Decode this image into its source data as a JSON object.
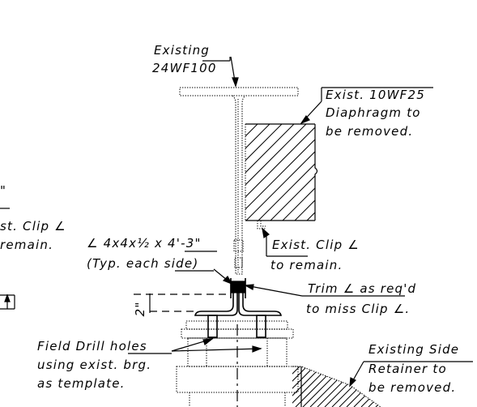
{
  "labels": {
    "existing_beam_line1": "Existing",
    "existing_beam_line2": "24WF",
    "existing_beam_size": "100",
    "diaphragm_line1": "Exist. 10WF25",
    "diaphragm_line2": "Diaphragm to",
    "diaphragm_line3": "be removed.",
    "left_clip_line1": "st. Clip ∠",
    "left_clip_line2": "remain.",
    "left_clip_tick": "\"",
    "angle_line1_a": "∠ 4x4x",
    "angle_line1_frac": "½",
    "angle_line1_b": " x ",
    "angle_line1_len": "4'-3\"",
    "angle_line2_a": "(Typ. each ",
    "angle_line2_b": "side)",
    "clip_line1_a": "Exist",
    "clip_line1_b": ". Clip ∠",
    "clip_line2": "to remain.",
    "trim_line1": "Trim ∠ as req'd",
    "trim_line2": "to miss Clip ∠.",
    "dimension": "2\"",
    "drill_line1_a": "Field Drill ",
    "drill_line1_b": "holes",
    "drill_line2": "using exist. brg.",
    "drill_line3": "as template.",
    "retainer_line1": "Existing Side",
    "retainer_line2": "Retainer to",
    "retainer_line3": "be removed."
  }
}
